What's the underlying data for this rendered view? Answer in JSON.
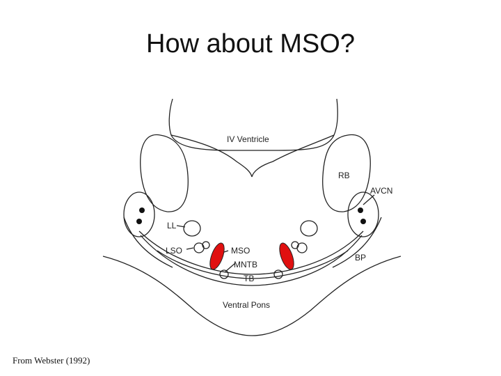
{
  "slide": {
    "title": "How about MSO?",
    "caption": "From Webster (1992)"
  },
  "diagram": {
    "labels": {
      "iv_ventricle": "IV Ventricle",
      "rb": "RB",
      "avcn": "AVCN",
      "ll": "LL",
      "lso": "LSO",
      "mso": "MSO",
      "mntb": "MNTB",
      "tb": "TB",
      "bp": "BP",
      "ventral_pons": "Ventral Pons"
    },
    "highlight_color": "#e01010"
  }
}
